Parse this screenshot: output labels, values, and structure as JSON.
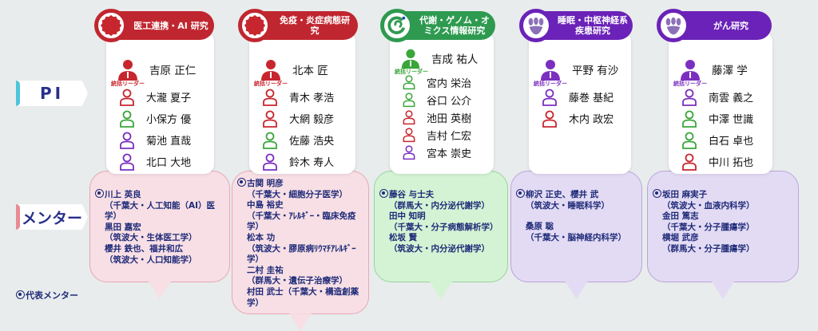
{
  "labels": {
    "pi": "PI",
    "mentor": "メンター",
    "legend": "代表メンター",
    "leader": "統括リーダー"
  },
  "colors": {
    "red": "#c8262e",
    "green": "#3aa63a",
    "purple": "#7b2fbf",
    "text": "#1e2a78"
  },
  "columns": [
    {
      "title": "医工連携・AI 研究",
      "theme": "red",
      "logo": "seal-icon",
      "pis": [
        {
          "name": "吉原 正仁",
          "color": "red",
          "leader": true
        },
        {
          "name": "大瀧 夏子",
          "color": "red"
        },
        {
          "name": "小保方 優",
          "color": "green"
        },
        {
          "name": "菊池 直哉",
          "color": "purple"
        },
        {
          "name": "北口 大地",
          "color": "purple"
        }
      ],
      "mentors": [
        {
          "t": "rep",
          "text": "川上 英良"
        },
        {
          "t": "aff",
          "text": "（千葉大・人工知能（AI）医学）"
        },
        {
          "t": "name",
          "text": "黒田 嘉宏"
        },
        {
          "t": "aff",
          "text": "（筑波大・生体医工学）"
        },
        {
          "t": "name",
          "text": "櫻井 鉄也、福井和広"
        },
        {
          "t": "aff",
          "text": "（筑波大・人口知能学）"
        }
      ]
    },
    {
      "title": "免疫・炎症病態研究",
      "theme": "red",
      "logo": "seal-icon",
      "pis": [
        {
          "name": "北本 匠",
          "color": "red",
          "leader": true
        },
        {
          "name": "青木 孝浩",
          "color": "red"
        },
        {
          "name": "大網 毅彦",
          "color": "red"
        },
        {
          "name": "佐藤 浩央",
          "color": "green"
        },
        {
          "name": "鈴木 寿人",
          "color": "purple"
        }
      ],
      "mentors": [
        {
          "t": "rep",
          "text": "古関 明彦"
        },
        {
          "t": "aff",
          "text": "（千葉大・細胞分子医学）"
        },
        {
          "t": "name",
          "text": "中島 裕史"
        },
        {
          "t": "aff",
          "text": "（千葉大・ｱﾚﾙｷﾞｰ・臨床免疫学）"
        },
        {
          "t": "name",
          "text": "松本 功"
        },
        {
          "t": "aff",
          "text": "（筑波大・膠原病ﾘｳﾏﾁｱﾚﾙｷﾞｰ学）"
        },
        {
          "t": "name",
          "text": "二村 圭祐"
        },
        {
          "t": "aff",
          "text": "（群馬大・遺伝子治療学）"
        },
        {
          "t": "name",
          "text": "村田 武士（千葉大・構造創薬学）"
        }
      ]
    },
    {
      "title": "代謝・ゲノム・オミクス情報研究",
      "theme": "green",
      "logo": "gunma-logo-icon",
      "pis": [
        {
          "name": "吉成 祐人",
          "color": "green",
          "leader": true
        },
        {
          "name": "宮内 栄治",
          "color": "green"
        },
        {
          "name": "谷口 公介",
          "color": "green"
        },
        {
          "name": "池田 英樹",
          "color": "red"
        },
        {
          "name": "吉村 仁宏",
          "color": "red"
        },
        {
          "name": "宮本 崇史",
          "color": "purple"
        }
      ],
      "mentors": [
        {
          "t": "rep",
          "text": "藤谷 与士夫"
        },
        {
          "t": "aff",
          "text": "（群馬大・内分泌代謝学）"
        },
        {
          "t": "name",
          "text": "田中 知明"
        },
        {
          "t": "aff",
          "text": "（千葉大・分子病態解析学）"
        },
        {
          "t": "name",
          "text": "松坂 賢"
        },
        {
          "t": "aff",
          "text": "（筑波大・内分泌代謝学）"
        }
      ]
    },
    {
      "title": "睡眠・中枢神経系疾患研究",
      "theme": "purple",
      "logo": "paulownia-crest-icon",
      "pis": [
        {
          "name": "平野 有沙",
          "color": "purple",
          "leader": true
        },
        {
          "name": "藤巻 基紀",
          "color": "purple"
        },
        {
          "name": "木内 政宏",
          "color": "red"
        }
      ],
      "mentors": [
        {
          "t": "rep",
          "text": "柳沢 正史、櫻井 武"
        },
        {
          "t": "aff",
          "text": "（筑波大・睡眠科学）"
        },
        {
          "t": "blank",
          "text": ""
        },
        {
          "t": "name",
          "text": "桑原 聡"
        },
        {
          "t": "aff",
          "text": "（千葉大・脳神経内科学）"
        }
      ]
    },
    {
      "title": "がん研究",
      "theme": "purple",
      "logo": "paulownia-crest-icon",
      "pis": [
        {
          "name": "藤澤 学",
          "color": "purple",
          "leader": true
        },
        {
          "name": "南雲 義之",
          "color": "purple"
        },
        {
          "name": "中澤 世識",
          "color": "green"
        },
        {
          "name": "白石 卓也",
          "color": "green"
        },
        {
          "name": "中川 拓也",
          "color": "red"
        }
      ],
      "mentors": [
        {
          "t": "rep",
          "text": "坂田 麻実子"
        },
        {
          "t": "aff",
          "text": "（筑波大・血液内科学）"
        },
        {
          "t": "name",
          "text": "金田 篤志"
        },
        {
          "t": "aff",
          "text": "（千葉大・分子腫瘍学）"
        },
        {
          "t": "name",
          "text": "横堀 武彦"
        },
        {
          "t": "aff",
          "text": "（群馬大・分子腫瘍学）"
        }
      ]
    }
  ]
}
